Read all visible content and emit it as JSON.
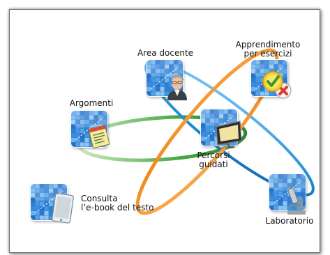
{
  "nodes": {
    "area_docente": {
      "label": "Area docente"
    },
    "apprendimento": {
      "label_line1": "Apprendimento",
      "label_line2": "per esercizi"
    },
    "argomenti": {
      "label": "Argomenti"
    },
    "percorsi": {
      "label_line1": "Percorsi",
      "label_line2": "guidati"
    },
    "laboratorio": {
      "label": "Laboratorio"
    },
    "ebook": {
      "label_line1": "Consulta",
      "label_line2": "l’e-book del testo"
    }
  },
  "icons": {
    "area_docente": "teacher-avatar-icon",
    "apprendimento": "check-and-cross-icon",
    "argomenti": "notepad-icon",
    "percorsi": "monitor-icon",
    "laboratorio": "microscope-icon",
    "ebook": "tablet-icon"
  },
  "colors": {
    "tile_blue": "#2e7fd4",
    "tile_light": "#9fd0f4",
    "ring_blue": "#1f8fd6",
    "ring_orange": "#ef8a1c",
    "ring_green": "#45a842",
    "border": "#6f6f6f"
  }
}
